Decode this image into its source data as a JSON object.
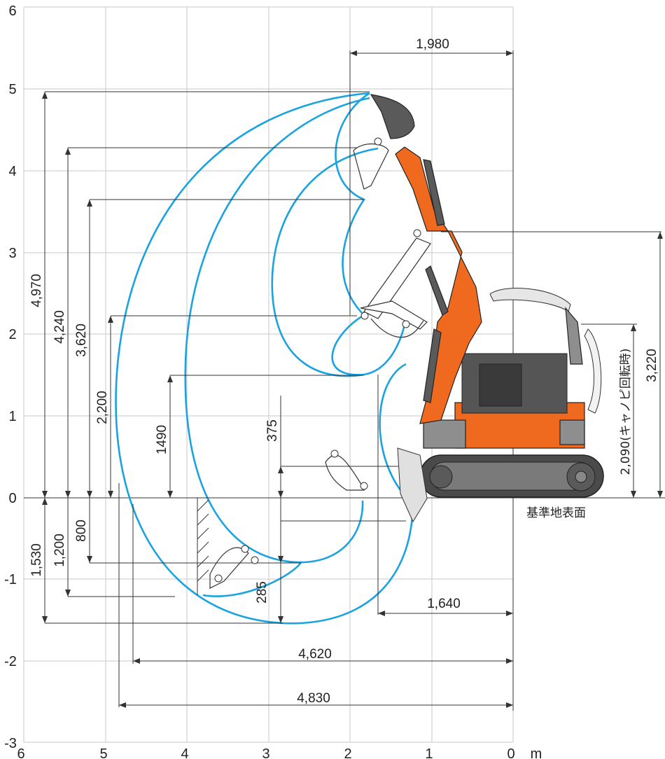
{
  "axes": {
    "x_ticks": [
      "6",
      "5",
      "4",
      "3",
      "2",
      "1",
      "0"
    ],
    "x_unit": "m",
    "y_ticks": [
      "6",
      "5",
      "4",
      "3",
      "2",
      "1",
      "0",
      "-1",
      "-2",
      "-3"
    ]
  },
  "dimensions": {
    "max_reach_top": "1,980",
    "max_cut_height": "4,970",
    "max_dump_height": "4,240",
    "dump_height_3": "3,620",
    "height_2200": "2,200",
    "height_1490": "1490",
    "blade_lift": "375",
    "blade_drop": "285",
    "depth_800": "800",
    "depth_1200": "1,200",
    "depth_1530": "1,530",
    "min_swing_radius": "1,640",
    "max_dig_reach_ground": "4,620",
    "max_dig_reach": "4,830",
    "canopy_height": "3,220",
    "canopy_rotation": "2,090(キャノピ回転時)",
    "ground_label": "基準地表面"
  },
  "colors": {
    "envelope": "#1aa3e0",
    "boom": "#ef6a1f",
    "grid": "#c8c8c8"
  }
}
